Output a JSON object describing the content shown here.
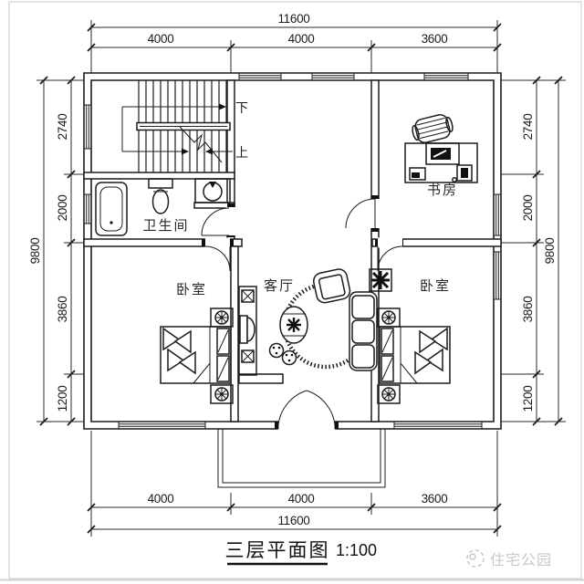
{
  "meta": {
    "background": "#ffffff",
    "line_color": "#1c1c1c",
    "frame_color": "#dcdcdc",
    "watermark_color": "#c9c9c9"
  },
  "title": {
    "text": "三层平面图",
    "scale": "1:100"
  },
  "watermark": {
    "logo": "park-logo-icon",
    "text": "住宅公园"
  },
  "rooms": {
    "bathroom": "卫生间",
    "study": "书房",
    "living": "客厅",
    "bedroom_left": "卧室",
    "bedroom_right": "卧室"
  },
  "stairs": {
    "down": "下",
    "up": "上"
  },
  "dims": {
    "top": {
      "total": "11600",
      "segments": [
        "4000",
        "4000",
        "3600"
      ]
    },
    "bottom": {
      "total": "11600",
      "segments": [
        "4000",
        "4000",
        "3600"
      ]
    },
    "left": {
      "total": "9800",
      "segments": [
        "2740",
        "2000",
        "3860",
        "1200"
      ]
    },
    "right": {
      "total": "9800",
      "segments": [
        "2740",
        "2000",
        "3860",
        "1200"
      ]
    }
  }
}
